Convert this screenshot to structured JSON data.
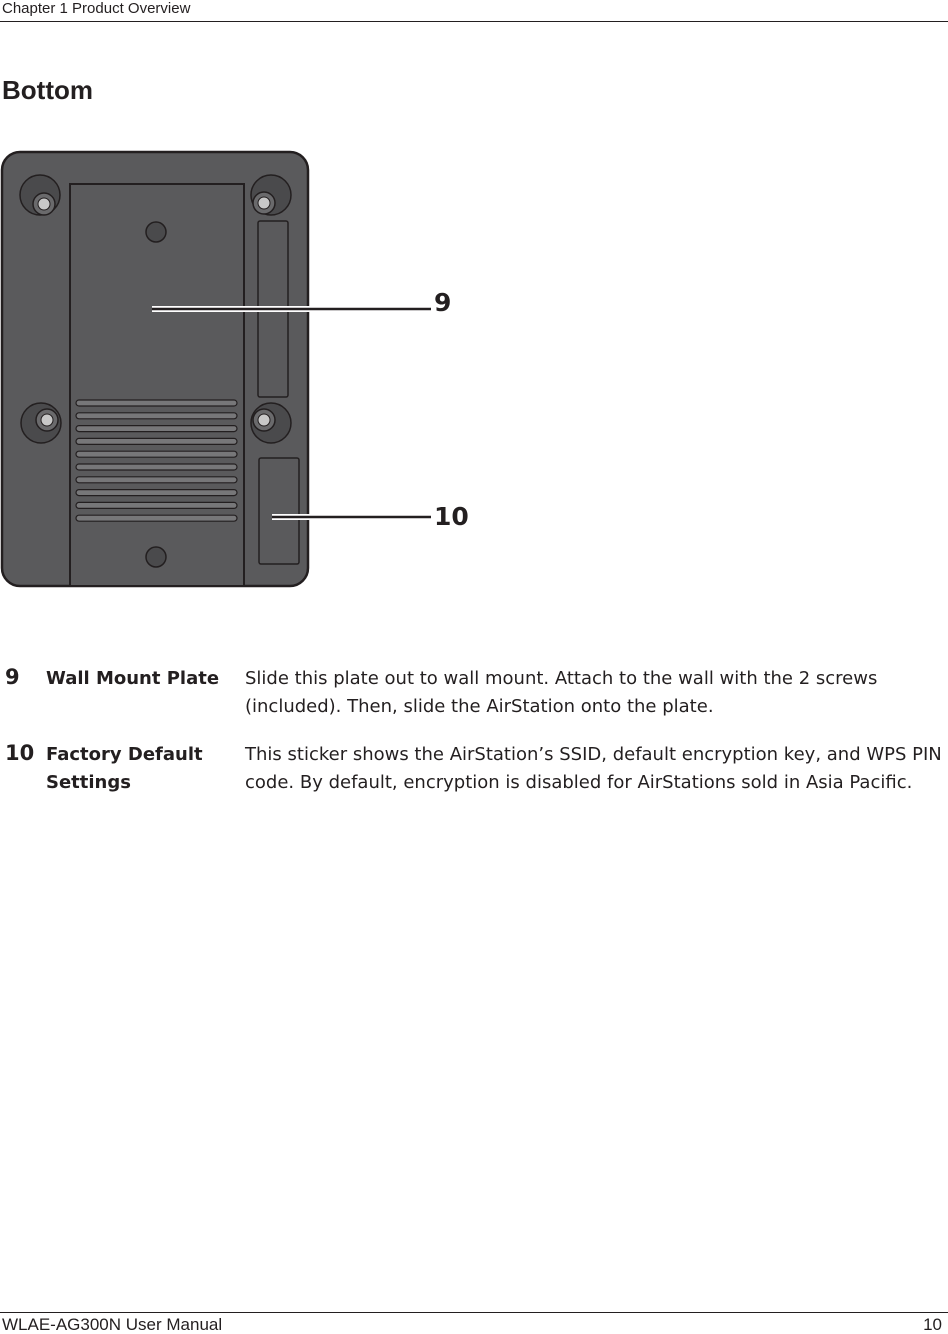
{
  "header": {
    "chapter": "Chapter 1  Product Overview"
  },
  "section": {
    "title": "Bottom"
  },
  "figure": {
    "callouts": [
      "9",
      "10"
    ],
    "device_color": "#5a5a5c",
    "outline_color": "#231f20"
  },
  "items": [
    {
      "number": "9",
      "term": "Wall Mount Plate",
      "description": "Slide this plate out to wall mount.  Attach to the wall with the 2 screws (included).  Then, slide the AirStation onto the plate."
    },
    {
      "number": "10",
      "term": "Factory Default Settings",
      "description": "This sticker shows the AirStation’s SSID, default encryption key, and WPS PIN code.  By default, encryption is disabled for AirStations sold in Asia Pacific."
    }
  ],
  "footer": {
    "manual": "WLAE-AG300N User Manual",
    "page": "10"
  }
}
